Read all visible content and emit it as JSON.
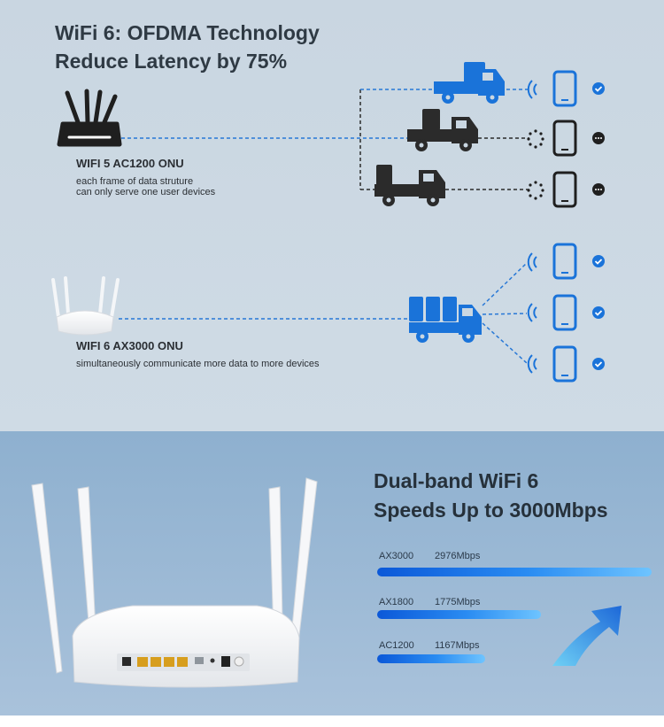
{
  "wifi6_section": {
    "headline_line1": "WiFi 6: OFDMA Technology",
    "headline_line2": "Reduce Latency by 75%"
  },
  "wifi5": {
    "title": "WIFI 5 AC1200 ONU",
    "desc_line1": "each frame of data struture",
    "desc_line2": "can only serve one user devices"
  },
  "wifi6": {
    "title": "WIFI 6 AX3000 ONU",
    "desc": "simultaneously communicate more data to more devices"
  },
  "speed_section": {
    "headline_line1": "Dual-band WiFi 6",
    "headline_line2": "Speeds Up to 3000Mbps",
    "bars": [
      {
        "standard": "AX3000",
        "speed": "2976Mbps",
        "value": 2976
      },
      {
        "standard": "AX1800",
        "speed": "1775Mbps",
        "value": 1775
      },
      {
        "standard": "AC1200",
        "speed": "1167Mbps",
        "value": 1167
      }
    ]
  },
  "colors": {
    "accent_blue": "#1a73d9",
    "dark_truck": "#2b2b2b",
    "top_bg": "#cad7e2",
    "bottom_bg": "#9bb8d5"
  }
}
